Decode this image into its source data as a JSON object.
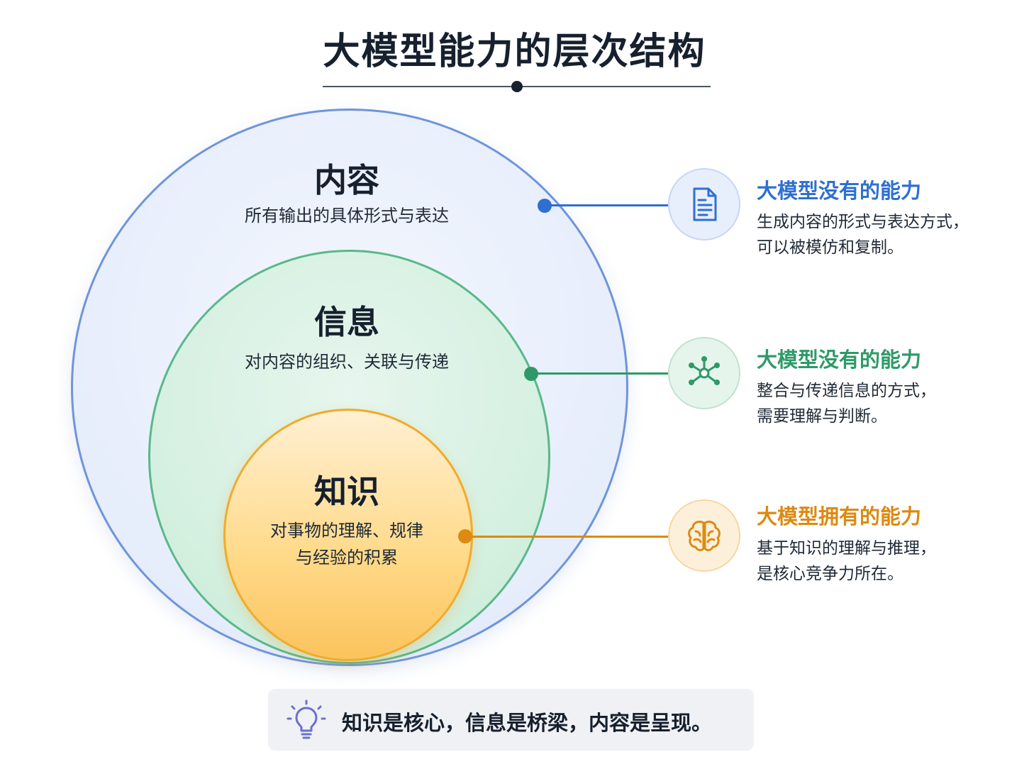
{
  "title": "大模型能力的层次结构",
  "layers": {
    "content": {
      "name": "内容",
      "description": "所有输出的具体形式与表达",
      "color": "#6f95d9"
    },
    "information": {
      "name": "信息",
      "description": "对内容的组织、关联与传递",
      "color": "#5ab88a"
    },
    "knowledge": {
      "name": "知识",
      "description_line1": "对事物的理解、规律",
      "description_line2": "与经验的积累",
      "color": "#f0ab2c"
    }
  },
  "callouts": [
    {
      "icon": "document-icon",
      "heading": "大模型没有的能力",
      "line1": "生成内容的形式与表达方式，",
      "line2": "可以被模仿和复制。",
      "color": "#2f6fd1"
    },
    {
      "icon": "network-icon",
      "heading": "大模型没有的能力",
      "line1": "整合与传递信息的方式，",
      "line2": "需要理解与判断。",
      "color": "#2e9a68"
    },
    {
      "icon": "brain-icon",
      "heading": "大模型拥有的能力",
      "line1": "基于知识的理解与推理，",
      "line2": "是核心竞争力所在。",
      "color": "#dc8a12"
    }
  ],
  "footer": {
    "icon": "lightbulb-icon",
    "text": "知识是核心，信息是桥梁，内容是呈现。"
  }
}
